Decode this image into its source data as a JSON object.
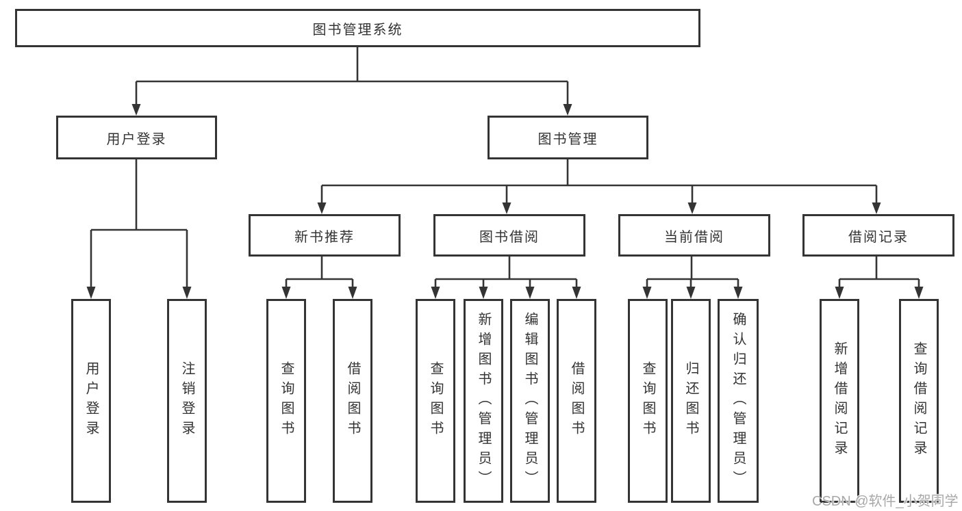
{
  "diagram": {
    "title": "图书管理系统",
    "nodes": {
      "root": "图书管理系统",
      "user_login": "用户登录",
      "book_mgmt": "图书管理",
      "ul_user_login": "用户登录",
      "ul_logout": "注销登录",
      "new_book_rec": "新书推荐",
      "nb_query_book": "查询图书",
      "nb_borrow_book": "借阅图书",
      "book_borrow": "图书借阅",
      "bb_query_book": "查询图书",
      "bb_add_book": "新增图书（管理员）",
      "bb_edit_book": "编辑图书（管理员）",
      "bb_borrow_book": "借阅图书",
      "cur_borrow": "当前借阅",
      "cb_query_book": "查询图书",
      "cb_return_book": "归还图书",
      "cb_confirm_return": "确认归还（管理员）",
      "borrow_records": "借阅记录",
      "br_add_record": "新增借阅记录",
      "br_query_record": "查询借阅记录"
    },
    "hierarchy": {
      "图书管理系统": {
        "用户登录": [
          "用户登录",
          "注销登录"
        ],
        "图书管理": {
          "新书推荐": [
            "查询图书",
            "借阅图书"
          ],
          "图书借阅": [
            "查询图书",
            "新增图书（管理员）",
            "编辑图书（管理员）",
            "借阅图书"
          ],
          "当前借阅": [
            "查询图书",
            "归还图书",
            "确认归还（管理员）"
          ],
          "借阅记录": [
            "新增借阅记录",
            "查询借阅记录"
          ]
        }
      }
    },
    "colors": {
      "line": "#343434",
      "box_border": "#343434",
      "box_background": "#ffffff",
      "text": "#333333",
      "watermark_text": "#a8a8a8"
    }
  },
  "watermark": "CSDN @软件_小贺同学"
}
